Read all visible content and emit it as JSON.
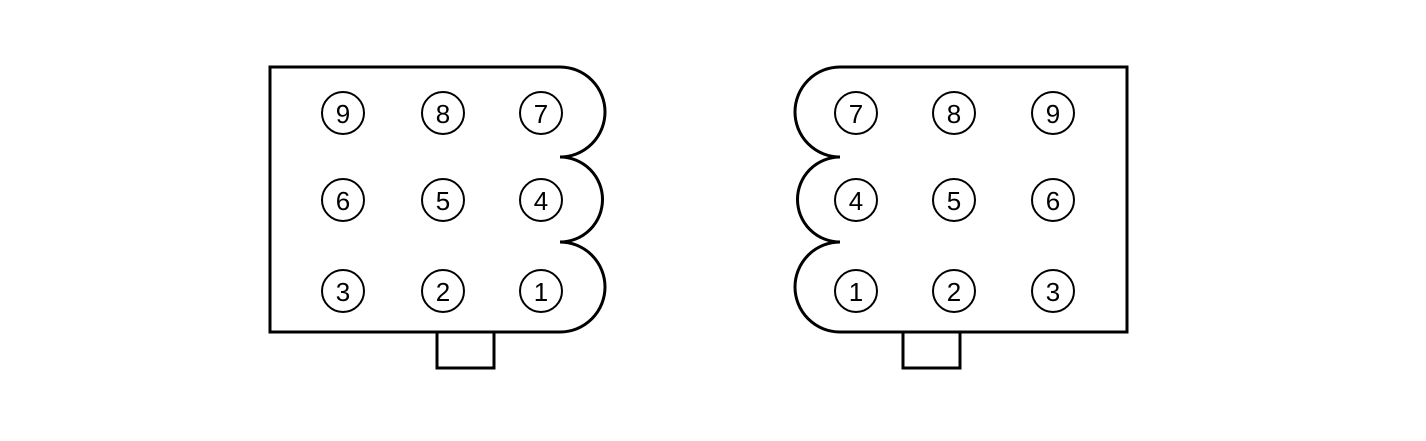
{
  "connectors": [
    {
      "id": "connector-left",
      "pin_rows": [
        [
          "9",
          "8",
          "7"
        ],
        [
          "6",
          "5",
          "4"
        ],
        [
          "3",
          "2",
          "1"
        ]
      ]
    },
    {
      "id": "connector-right",
      "pin_rows": [
        [
          "7",
          "8",
          "9"
        ],
        [
          "4",
          "5",
          "6"
        ],
        [
          "1",
          "2",
          "3"
        ]
      ]
    }
  ],
  "colors": {
    "line": "#000000",
    "background": "#ffffff"
  }
}
